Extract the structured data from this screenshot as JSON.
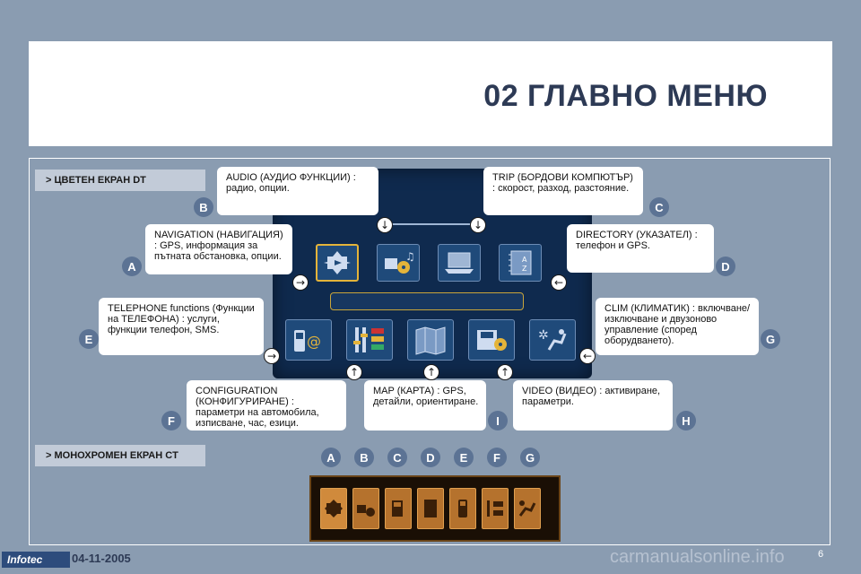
{
  "header": {
    "title": "02 ГЛАВНО МЕНЮ"
  },
  "sections": {
    "color": "> ЦВЕТЕН ЕКРАН DT",
    "mono": "> МОНОХРОМЕН ЕКРАН CT"
  },
  "callouts": {
    "audio": "AUDIO (АУДИО ФУНКЦИИ) : радио, опции.",
    "trip": "TRIP (БОРДОВИ КОМПЮТЪР) : скорост, разход, разстояние.",
    "navigation": "NAVIGATION (НАВИГАЦИЯ) : GPS, информация за пътната обстановка, опции.",
    "directory": "DIRECTORY (УКАЗАТЕЛ) : телефон и GPS.",
    "telephone": "TELEPHONE functions (Функции на ТЕЛЕФОНА) : услуги, функции телефон, SMS.",
    "clim": "CLIM (КЛИМАТИК) : включване/изключване и двузоново управление (според оборудването).",
    "configuration": "CONFIGURATION (КОНФИГУРИРАНЕ) : параметри на автомобила, изписване, час, езици.",
    "map": "MAP (КАРТА) : GPS, детайли, ориентиране.",
    "video": "VIDEO (ВИДЕО) : активиране, параметри."
  },
  "badges": {
    "a": "A",
    "b": "B",
    "c": "C",
    "d": "D",
    "e": "E",
    "f": "F",
    "g": "G",
    "h": "H",
    "i": "I"
  },
  "mono_badges": [
    "A",
    "B",
    "C",
    "D",
    "E",
    "F",
    "G"
  ],
  "footer": {
    "logo": "Infotec",
    "date": "04-11-2005",
    "page": "6",
    "watermark": "carmanualsonline.info"
  },
  "colors": {
    "background": "#8a9cb1",
    "screen": "#0f2a4e",
    "badge": "#5c7394",
    "accent": "#e4b43a",
    "mono": "#b5722d"
  }
}
